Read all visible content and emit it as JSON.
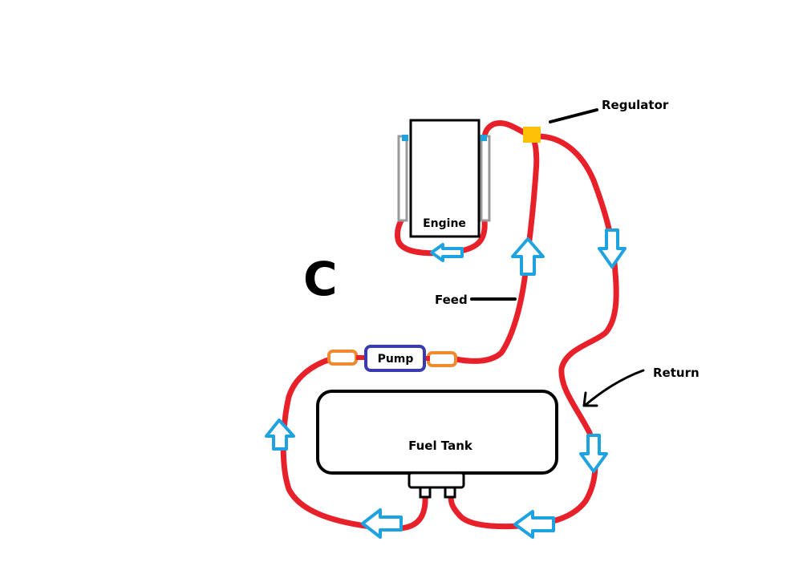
{
  "diagram": {
    "panel_letter": "C",
    "labels": {
      "engine": "Engine",
      "regulator": "Regulator",
      "feed": "Feed",
      "pump": "Pump",
      "return": "Return",
      "fuel_tank": "Fuel Tank"
    },
    "colors": {
      "fuel_line": "#e8202a",
      "flow_arrow": "#1fa3e0",
      "regulator": "#ffc107",
      "pump_outline": "#3b3bb0",
      "filter": "#f08a30",
      "fuel_rail": "#9a9a9a",
      "outline": "#000000"
    },
    "icons": [
      "flow-arrow-icon",
      "regulator-icon",
      "pump-icon",
      "filter-icon",
      "fuel-rail-icon"
    ]
  }
}
